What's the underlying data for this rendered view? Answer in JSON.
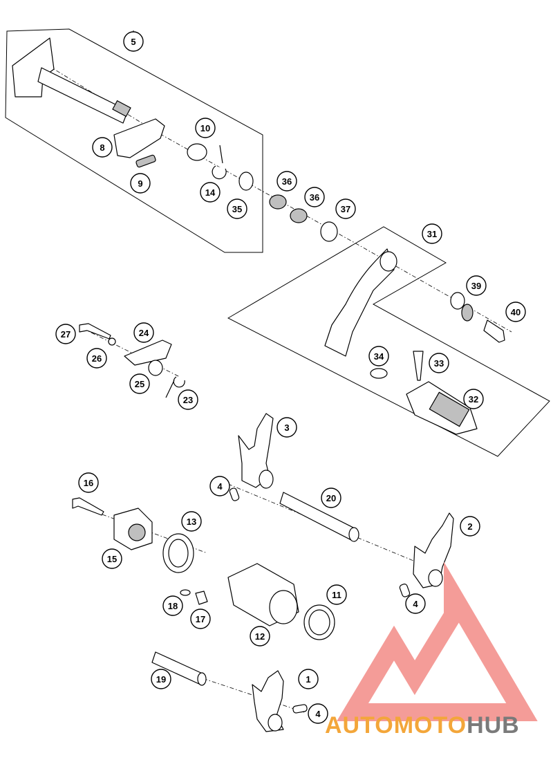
{
  "callouts": [
    "5",
    "8",
    "9",
    "10",
    "14",
    "35",
    "36",
    "36",
    "37",
    "31",
    "39",
    "40",
    "27",
    "24",
    "26",
    "25",
    "23",
    "34",
    "33",
    "32",
    "3",
    "4",
    "20",
    "2",
    "4",
    "16",
    "13",
    "15",
    "18",
    "17",
    "12",
    "11",
    "19",
    "1",
    "4"
  ],
  "watermark": {
    "text_part_1": "AUTOMOTO",
    "text_part_2": "HUB",
    "colors": {
      "triangle": "#f28b86",
      "accent": "#f3a63a",
      "gray": "#7a7a7a"
    }
  }
}
